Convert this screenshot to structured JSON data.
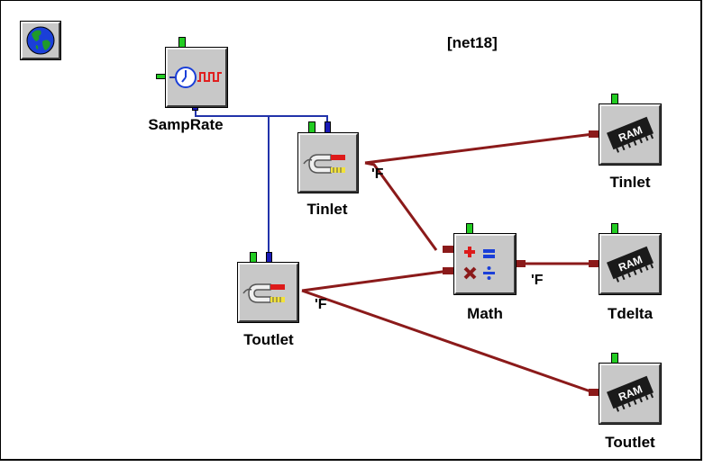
{
  "network_title": "[net18]",
  "colors": {
    "clock_wire": "#2233aa",
    "data_wire": "#8b1a1a",
    "block_face": "#c8c8c8",
    "power_tab": "#22cc22"
  },
  "icons": {
    "globe": "globe-icon",
    "clock": "clock-pulse-icon",
    "sensor": "probe-sensor-icon",
    "math": "math-operators-icon",
    "memory": "ram-chip-icon"
  },
  "blocks": {
    "samprate": {
      "label": "SampRate"
    },
    "tinlet_sensor": {
      "label": "Tinlet",
      "unit": "'F"
    },
    "toutlet_sensor": {
      "label": "Toutlet",
      "unit": "'F"
    },
    "math": {
      "label": "Math",
      "unit": "'F"
    },
    "tinlet_ram": {
      "label": "Tinlet",
      "chip_text": "RAM"
    },
    "tdelta_ram": {
      "label": "Tdelta",
      "chip_text": "RAM"
    },
    "toutlet_ram": {
      "label": "Toutlet",
      "chip_text": "RAM"
    }
  }
}
